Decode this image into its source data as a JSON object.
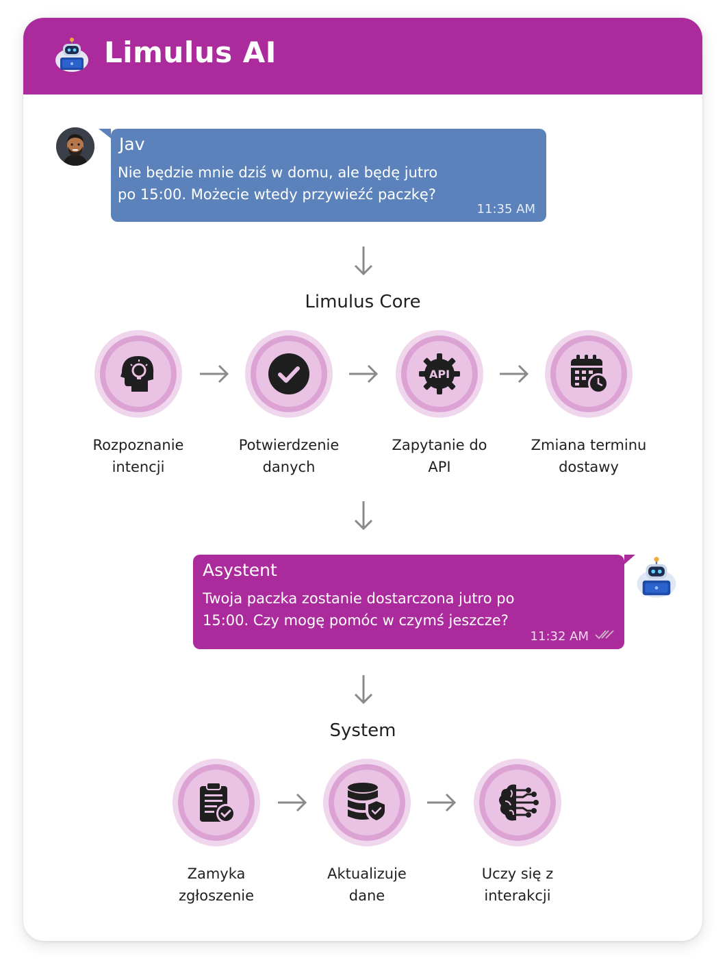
{
  "header": {
    "title": "Limulus AI",
    "logo_icon": "robot-laptop-icon",
    "bg_color": "#ac2b9c"
  },
  "user_message": {
    "sender": "Jav",
    "line1": "Nie będzie mnie dziś w domu, ale będę jutro",
    "line2": "po 15:00. Możecie wtedy przywieźć paczkę?",
    "time": "11:35 AM",
    "bubble_color": "#5b82bb",
    "avatar_icon": "bearded-man-avatar"
  },
  "core": {
    "title": "Limulus Core",
    "steps": [
      {
        "line1": "Rozpoznanie",
        "line2": "intencji",
        "icon": "head-lightbulb-icon"
      },
      {
        "line1": "Potwierdzenie",
        "line2": "danych",
        "icon": "check-circle-icon"
      },
      {
        "line1": "Zapytanie do",
        "line2": "API",
        "icon": "api-gear-icon"
      },
      {
        "line1": "Zmiana terminu",
        "line2": "dostawy",
        "icon": "calendar-clock-icon"
      }
    ]
  },
  "bot_message": {
    "sender": "Asystent",
    "line1": "Twoja paczka zostanie dostarczona jutro po",
    "line2": "15:00. Czy mogę pomóc w czymś jeszcze?",
    "time": "11:32 AM",
    "status_icon": "double-check-icon",
    "bubble_color": "#ac2b9c",
    "avatar_icon": "robot-laptop-icon"
  },
  "system": {
    "title": "System",
    "steps": [
      {
        "line1": "Zamyka",
        "line2": "zgłoszenie",
        "icon": "clipboard-check-icon"
      },
      {
        "line1": "Aktualizuje",
        "line2": "dane",
        "icon": "database-shield-icon"
      },
      {
        "line1": "Uczy się z",
        "line2": "interakcji",
        "icon": "brain-circuit-icon"
      }
    ]
  },
  "colors": {
    "circle_outer": "#efd6ec",
    "circle_mid": "#dba2d3",
    "circle_inner": "#e9c2e4",
    "arrow": "#8a8a8a"
  }
}
